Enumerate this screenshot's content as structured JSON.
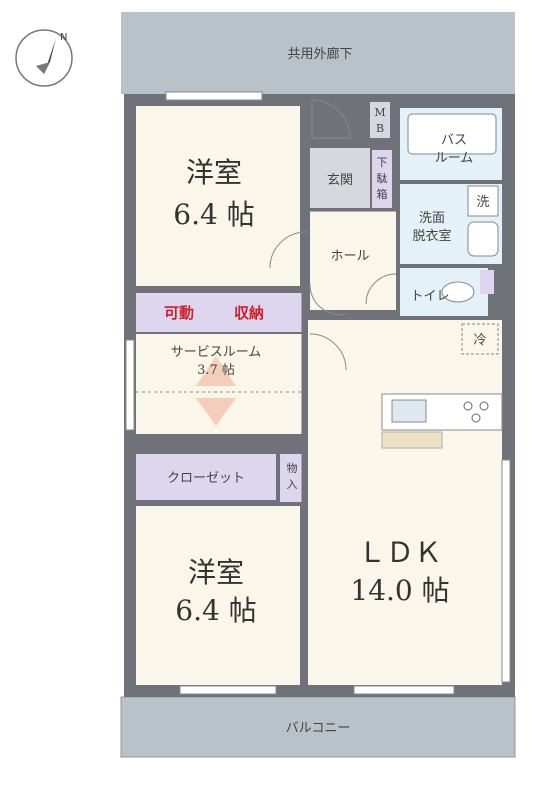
{
  "colors": {
    "room": "#fbf6ea",
    "wall": "#6f7379",
    "outside": "#b9c1c9",
    "entry": "#d5d8dc",
    "wet": "#e4f1f9",
    "storage": "#ded6ee",
    "arrow": "#f3c7b2",
    "accent": "#d0202a"
  },
  "compass": {
    "icon": "north-arrow-icon",
    "label": "N"
  },
  "labels": {
    "corridor": "共用外廊下",
    "balcony": "バルコニー",
    "western_room_top": {
      "name": "洋室",
      "size": "6.4 帖"
    },
    "western_room_bottom": {
      "name": "洋室",
      "size": "6.4 帖"
    },
    "service_room": {
      "name": "サービスルーム",
      "size": "3.7 帖"
    },
    "movable_storage": [
      "可動",
      "収納"
    ],
    "closet": "クローゼット",
    "storage_small": [
      "物",
      "入"
    ],
    "entrance": "玄関",
    "shoe_box": [
      "下",
      "駄",
      "箱"
    ],
    "meter_box": [
      "M",
      "B"
    ],
    "hall": "ホール",
    "bathroom": [
      "バス",
      "ルーム"
    ],
    "washroom": [
      "洗面",
      "脱衣室"
    ],
    "washer": "洗",
    "toilet": "トイレ",
    "fridge": "冷",
    "ldk": {
      "name": "ＬＤＫ",
      "size": "14.0 帖"
    }
  }
}
